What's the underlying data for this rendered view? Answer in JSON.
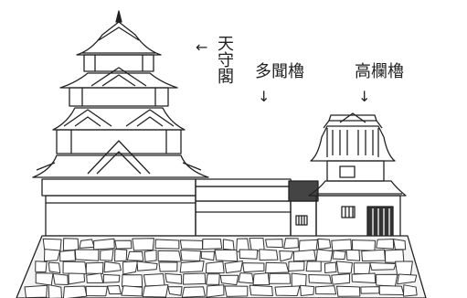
{
  "labels": {
    "tenshu_arrow": "←",
    "tenshu_chars": [
      "天",
      "守",
      "閣"
    ],
    "tamon_text": "多聞櫓",
    "tamon_arrow": "↓",
    "takaran_text": "高欄櫓",
    "takaran_arrow": "↓"
  },
  "colors": {
    "ink": "#222222",
    "paper": "#ffffff",
    "stone_fill": "#f4f4f4"
  }
}
